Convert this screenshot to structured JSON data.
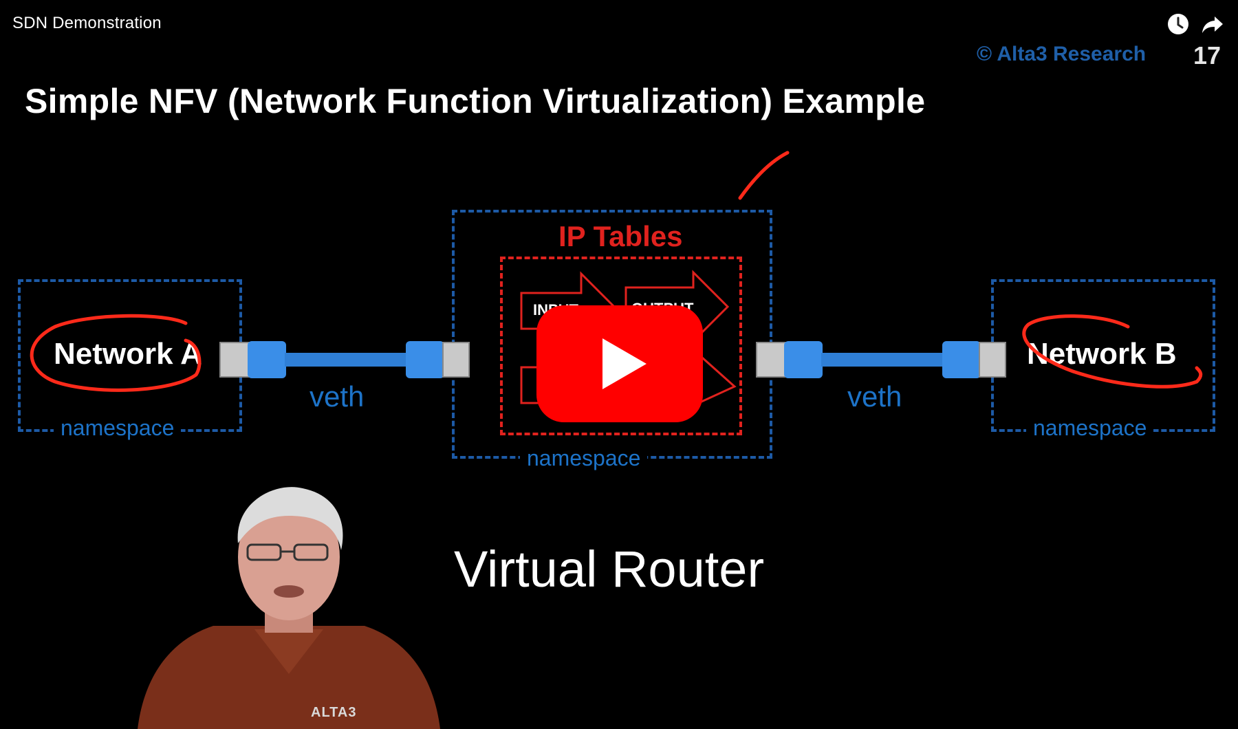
{
  "player": {
    "title": "SDN Demonstration",
    "watch_later_icon": "clock-icon",
    "share_icon": "share-arrow-icon",
    "play_icon": "youtube-play-icon",
    "accent_color": "#ff0000"
  },
  "slide": {
    "copyright": "© Alta3 Research",
    "slide_number": "17",
    "title": "Simple NFV (Network Function Virtualization) Example",
    "left_node": {
      "label": "Network A",
      "namespace_label": "namespace"
    },
    "right_node": {
      "label": "Network B",
      "namespace_label": "namespace"
    },
    "center_node": {
      "iptables_label": "IP Tables",
      "chain_input_label": "INPUT",
      "chain_output_label": "OUTPUT",
      "namespace_label": "namespace"
    },
    "left_link_label": "veth",
    "right_link_label": "veth",
    "caption": "Virtual Router",
    "presenter_shirt_logo": "ALTA3",
    "colors": {
      "namespace_border": "#1d5aa6",
      "iptables": "#e0221e",
      "cable": "#2f7fd6",
      "annotation": "#ff2a1a"
    }
  }
}
